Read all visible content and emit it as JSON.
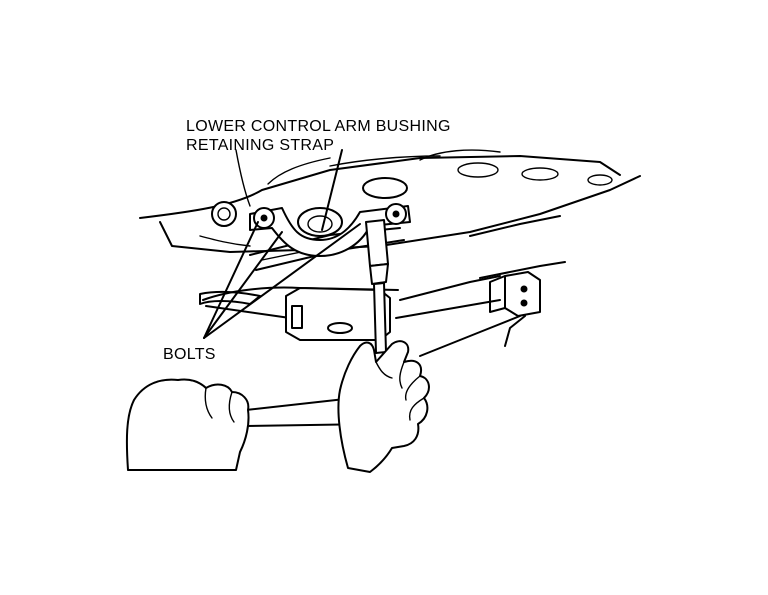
{
  "labels": {
    "strap_line1": "LOWER CONTROL ARM BUSHING",
    "strap_line2": "RETAINING STRAP",
    "bolts": "BOLTS"
  },
  "colors": {
    "ink": "#000000",
    "paper": "#ffffff"
  }
}
